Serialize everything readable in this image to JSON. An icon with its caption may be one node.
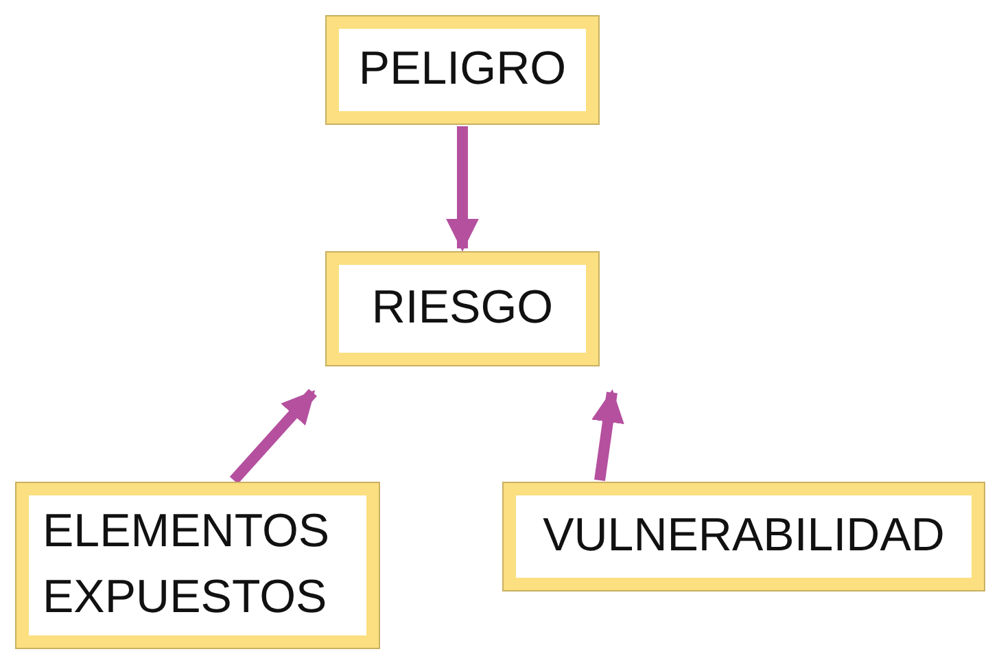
{
  "diagram": {
    "nodes": [
      {
        "text": [
          "PELIGRO"
        ]
      },
      {
        "text": [
          "RIESGO"
        ]
      },
      {
        "text": [
          "ELEMENTOS EXPUESTOS"
        ]
      },
      {
        "text": [
          "VULNERABILIDAD"
        ]
      }
    ],
    "edges": [
      {
        "from": 0,
        "to": 1,
        "arrow": "to"
      },
      {
        "from": 2,
        "to": 1,
        "arrow": "to"
      },
      {
        "from": 3,
        "to": 1,
        "arrow": "to"
      }
    ]
  }
}
